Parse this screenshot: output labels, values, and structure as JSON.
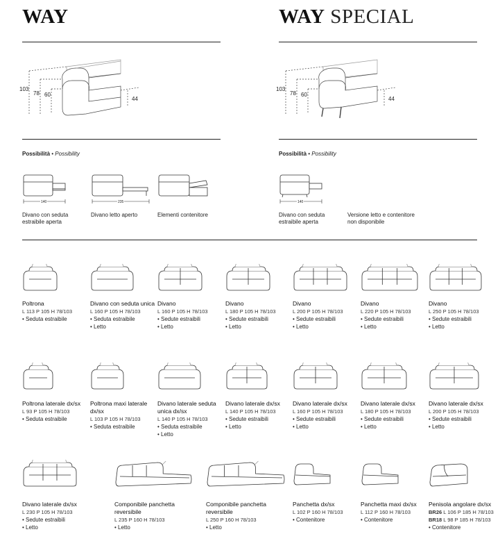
{
  "brand_left": {
    "name": "WAY",
    "suffix": ""
  },
  "brand_right": {
    "name": "WAY",
    "suffix": "SPECIAL"
  },
  "dims_left": {
    "h1": "103",
    "h2": "78",
    "h3": "60",
    "seat": "44"
  },
  "dims_right": {
    "h1": "103",
    "h2": "78",
    "h3": "60",
    "seat": "44"
  },
  "possibilities_left": {
    "title": "Possibilità",
    "subtitle": "Possibility",
    "items": [
      {
        "caption": "Divano con seduta estraibile aperta",
        "dim": "140"
      },
      {
        "caption": "Divano letto aperto",
        "dim": "235"
      },
      {
        "caption": "Elementi contenitore",
        "dim": ""
      }
    ]
  },
  "possibilities_right": {
    "title": "Possibilità",
    "subtitle": "Possibility",
    "items": [
      {
        "caption": "Divano con seduta estraibile aperta",
        "dim": "140"
      },
      {
        "caption": "Versione letto e contenitore non disponibile",
        "dim": ""
      }
    ]
  },
  "catalog_row1": [
    {
      "name": "Poltrona",
      "dims": "L 113 P 105 H 78/103",
      "options": [
        "• Seduta estraibile"
      ]
    },
    {
      "name": "Divano con seduta unica",
      "dims": "L 160 P 105 H 78/103",
      "options": [
        "• Seduta estraibile",
        "• Letto"
      ]
    },
    {
      "name": "Divano",
      "dims": "L 160 P 105 H 78/103",
      "options": [
        "• Sedute estraibili",
        "• Letto"
      ]
    },
    {
      "name": "Divano",
      "dims": "L 180 P 105 H 78/103",
      "options": [
        "• Sedute estraibili",
        "• Letto"
      ]
    },
    {
      "name": "Divano",
      "dims": "L 200 P 105 H 78/103",
      "options": [
        "• Sedute estraibili",
        "• Letto"
      ]
    },
    {
      "name": "Divano",
      "dims": "L 220 P 105 H 78/103",
      "options": [
        "• Sedute estraibili",
        "• Letto"
      ]
    },
    {
      "name": "Divano",
      "dims": "L 250 P 105 H 78/103",
      "options": [
        "• Sedute estraibili",
        "• Letto"
      ]
    }
  ],
  "catalog_row2": [
    {
      "name": "Poltrona laterale dx/sx",
      "dims": "L 93 P 105 H 78/103",
      "options": [
        "• Seduta estraibile"
      ]
    },
    {
      "name": "Poltrona maxi laterale dx/sx",
      "dims": "L 103 P 105 H 78/103",
      "options": [
        "• Seduta estraibile"
      ]
    },
    {
      "name": "Divano laterale seduta unica dx/sx",
      "dims": "L 140 P 105 H 78/103",
      "options": [
        "• Seduta estraibile",
        "• Letto"
      ]
    },
    {
      "name": "Divano laterale dx/sx",
      "dims": "L 140 P 105 H 78/103",
      "options": [
        "• Sedute estraibili",
        "• Letto"
      ]
    },
    {
      "name": "Divano laterale dx/sx",
      "dims": "L 160 P 105 H 78/103",
      "options": [
        "• Sedute estraibili",
        "• Letto"
      ]
    },
    {
      "name": "Divano laterale dx/sx",
      "dims": "L 180 P 105 H 78/103",
      "options": [
        "• Sedute estraibili",
        "• Letto"
      ]
    },
    {
      "name": "Divano laterale dx/sx",
      "dims": "L 200 P 105 H 78/103",
      "options": [
        "• Sedute estraibili",
        "• Letto"
      ]
    }
  ],
  "catalog_row3": [
    {
      "name": "Divano laterale dx/sx",
      "dims": "L 230 P 105 H 78/103",
      "options": [
        "• Sedute estraibili",
        "• Letto"
      ]
    },
    {
      "name": "Componibile panchetta reversibile",
      "dims": "L 235 P 160 H 78/103",
      "options": [
        "• Letto"
      ]
    },
    {
      "name": "Componibile panchetta reversibile",
      "dims": "L 250 P 160 H 78/103",
      "options": [
        "• Letto"
      ]
    },
    {
      "name": "Panchetta dx/sx",
      "dims": "L 102 P 160 H 78/103",
      "options": [
        "• Contenitore"
      ]
    },
    {
      "name": "Panchetta maxi dx/sx",
      "dims": "L 112 P 160 H 78/103",
      "options": [
        "• Contenitore"
      ]
    },
    {
      "name": "Penisola angolare dx/sx",
      "dims": "",
      "dims_lines": [
        [
          "BR26",
          "L 106 P 185 H 78/103"
        ],
        [
          "BR18",
          "L 98  P 185 H 78/103"
        ]
      ],
      "options": [
        "• Contenitore"
      ]
    }
  ]
}
